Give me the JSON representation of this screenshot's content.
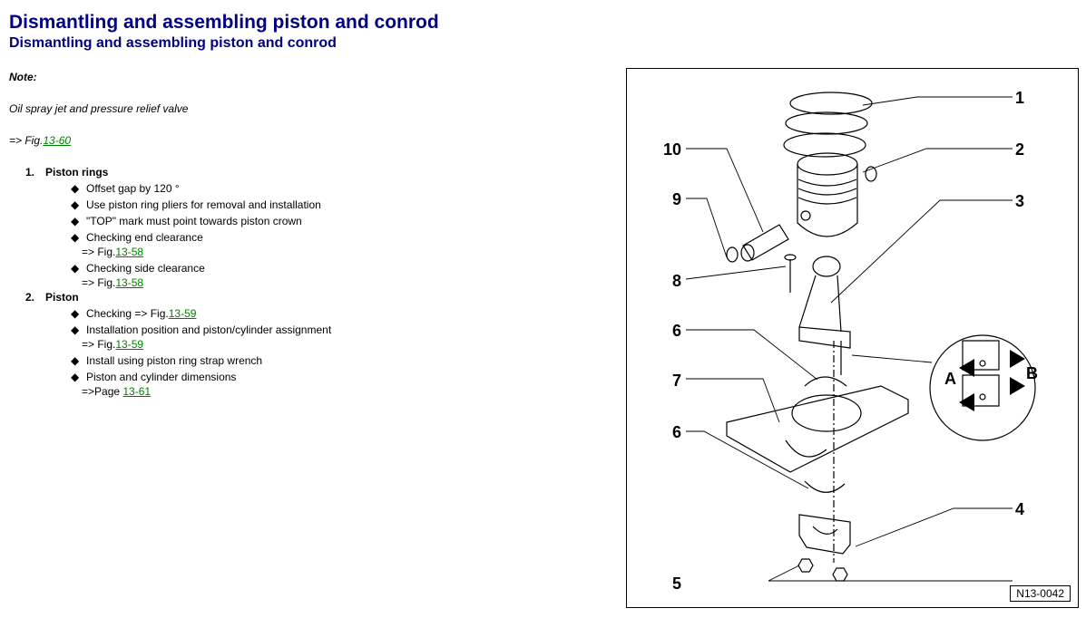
{
  "header": {
    "title": "Dismantling and assembling piston and conrod",
    "subtitle": "Dismantling and assembling piston and conrod"
  },
  "intro": {
    "note_label": "Note:",
    "oil_text": "Oil spray jet and pressure relief valve",
    "fig_prefix": "=> Fig.",
    "fig_link": "13-60"
  },
  "sections": [
    {
      "number": "1.",
      "title": "Piston rings",
      "items": {
        "i1": "Offset gap by 120 °",
        "i2": "Use piston ring pliers for removal and installation",
        "i3": "\"TOP\" mark must point towards piston crown",
        "i4": "Checking end clearance",
        "i4_ref_prefix": "=> Fig.",
        "i4_ref_link": "13-58",
        "i5": "Checking side clearance",
        "i5_ref_prefix": "=> Fig.",
        "i5_ref_link": "13-58"
      }
    },
    {
      "number": "2.",
      "title": "Piston",
      "items": {
        "i1_prefix": "Checking => Fig.",
        "i1_link": "13-59",
        "i2": "Installation position and piston/cylinder assignment",
        "i2_ref_prefix": "=> Fig.",
        "i2_ref_link": "13-59",
        "i3": "Install using piston ring strap wrench",
        "i4": "Piston and cylinder dimensions",
        "i4_ref_prefix": "=>Page ",
        "i4_ref_link": "13-61"
      }
    }
  ],
  "bullet_glyph": "◆",
  "figure": {
    "callouts": [
      "1",
      "2",
      "3",
      "4",
      "5",
      "6",
      "7",
      "6",
      "8",
      "9",
      "10"
    ],
    "detail_labels": [
      "A",
      "B"
    ],
    "figure_id": "N13-0042"
  }
}
